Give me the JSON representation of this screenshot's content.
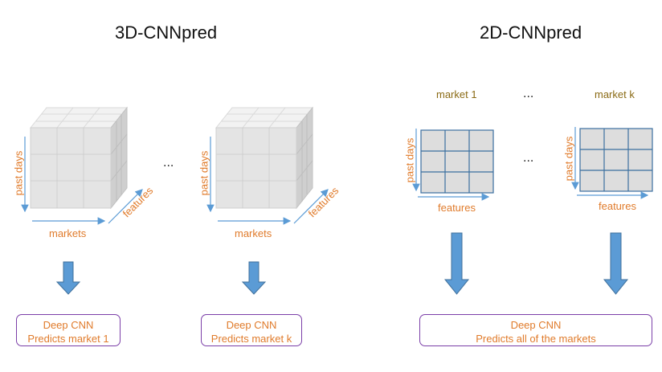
{
  "titles": {
    "left": "3D-CNNpred",
    "right": "2D-CNNpred"
  },
  "labels": {
    "past_days": "past days",
    "features": "features",
    "markets": "markets",
    "market_1": "market 1",
    "market_k": "market k",
    "ellipsis": "..."
  },
  "boxes": {
    "left1": {
      "line1": "Deep CNN",
      "line2": "Predicts market 1"
    },
    "left2": {
      "line1": "Deep CNN",
      "line2": "Predicts market k"
    },
    "right": {
      "line1": "Deep CNN",
      "line2": "Predicts all of the markets"
    }
  },
  "colors": {
    "accent": "#e07b2b",
    "arrow": "#5b9bd5",
    "grid": "#3b6fa0",
    "box_border": "#7b3fa8"
  }
}
